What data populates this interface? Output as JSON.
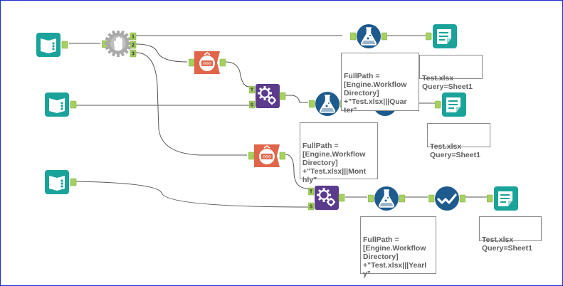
{
  "workflow": {
    "tools": {
      "input1": {
        "icon": "input-data-book-icon",
        "color": "#1aa39a"
      },
      "input2": {
        "icon": "input-data-book-icon",
        "color": "#1aa39a"
      },
      "input3": {
        "icon": "input-data-book-icon",
        "color": "#1aa39a"
      },
      "tile": {
        "icon": "hand-stop-gear-icon",
        "color": "#a9a9a9",
        "outputs": [
          "1",
          "2",
          "3"
        ]
      },
      "text1": {
        "icon": "text-counter-icon",
        "color": "#e0654a"
      },
      "text2": {
        "icon": "text-counter-icon",
        "color": "#e0654a"
      },
      "join1": {
        "icon": "gears-join-icon",
        "color": "#5b3b8c",
        "inputs": [
          "T",
          "S"
        ]
      },
      "join2": {
        "icon": "gears-join-icon",
        "color": "#5b3b8c",
        "inputs": [
          "T",
          "S"
        ]
      },
      "formula1": {
        "icon": "flask-formula-icon",
        "color": "#1d5a8e"
      },
      "formula2": {
        "icon": "flask-formula-icon",
        "color": "#1d5a8e"
      },
      "formula3": {
        "icon": "flask-formula-icon",
        "color": "#1d5a8e"
      },
      "check1": {
        "icon": "check-circle-icon",
        "color": "#1d5a8e"
      },
      "check2": {
        "icon": "check-circle-icon",
        "color": "#1d5a8e"
      },
      "output1": {
        "icon": "output-sheet-icon",
        "color": "#1aa39a"
      },
      "output2": {
        "icon": "output-sheet-icon",
        "color": "#1aa39a"
      },
      "output3": {
        "icon": "output-sheet-icon",
        "color": "#1aa39a"
      }
    },
    "annotations": {
      "formula1": [
        "FullPath =",
        "[Engine.Workflow",
        "Directory]",
        "+\"Test.xlsx|||Quar",
        "ter\""
      ],
      "formula2": [
        "FullPath =",
        "[Engine.Workflow",
        "Directory]",
        "+\"Test.xlsx|||Mont",
        "hly\""
      ],
      "formula3": [
        "FullPath =",
        "[Engine.Workflow",
        "Directory]",
        "+\"Test.xlsx|||Yearl",
        "y\""
      ],
      "output1": [
        "Test.xlsx",
        "Query=Sheet1"
      ],
      "output2": [
        "Test.xlsx",
        "Query=Sheet1"
      ],
      "output3": [
        "Test.xlsx",
        "Query=Sheet1"
      ]
    },
    "colors": {
      "canvas_border": "#1a2bd6",
      "wire": "#555555",
      "anchor": "#a6d160"
    }
  }
}
